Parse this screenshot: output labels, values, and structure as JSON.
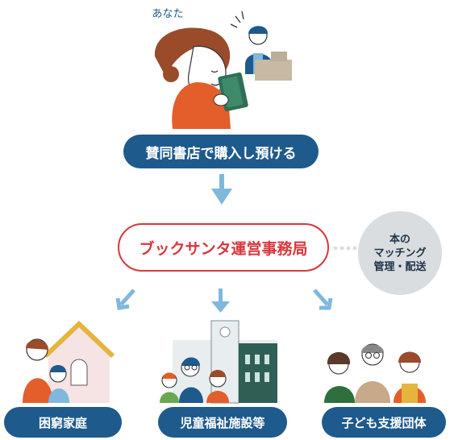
{
  "you_label": "あなた",
  "step1_label": "賛同書店で購入し預ける",
  "office_label": "ブックサンタ運営事務局",
  "note_lines": [
    "本の",
    "マッチング",
    "管理・配送"
  ],
  "recipients": [
    {
      "label": "困窮家庭"
    },
    {
      "label": "児童福祉施設等"
    },
    {
      "label": "子ども支援団体"
    }
  ],
  "colors": {
    "navy": "#1e5a8c",
    "red": "#d6373c",
    "arrow": "#7fb8dc",
    "orange": "#e35e2a",
    "gray": "#d9dde0"
  }
}
